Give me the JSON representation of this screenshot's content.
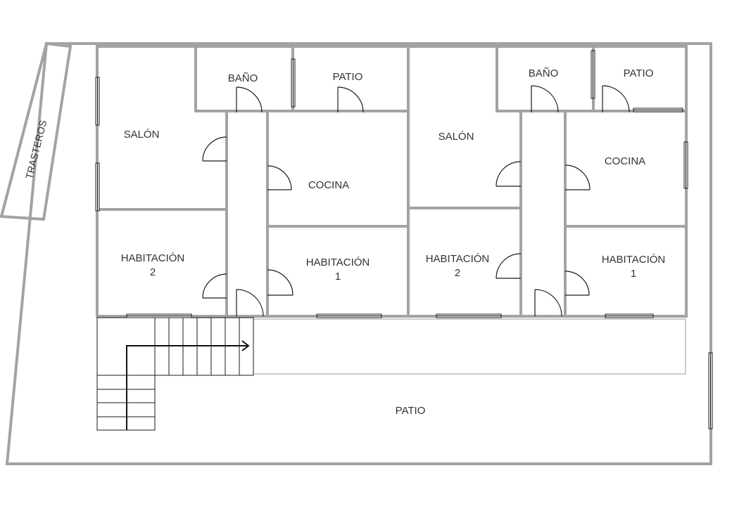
{
  "rooms": {
    "trasteros": "TRASTEROS",
    "left": {
      "salon": "SALÓN",
      "bano": "BAÑO",
      "patio": "PATIO",
      "cocina": "COCINA",
      "hab2_line1": "HABITACIÓN",
      "hab2_line2": "2",
      "hab1_line1": "HABITACIÓN",
      "hab1_line2": "1"
    },
    "right": {
      "salon": "SALÓN",
      "bano": "BAÑO",
      "patio": "PATIO",
      "cocina": "COCINA",
      "hab2_line1": "HABITACIÓN",
      "hab2_line2": "2",
      "hab1_line1": "HABITACIÓN",
      "hab1_line2": "1"
    },
    "main_patio": "PATIO"
  },
  "colors": {
    "wall": "#a3a3a3",
    "line": "#1a1a1a",
    "text": "#333333"
  }
}
